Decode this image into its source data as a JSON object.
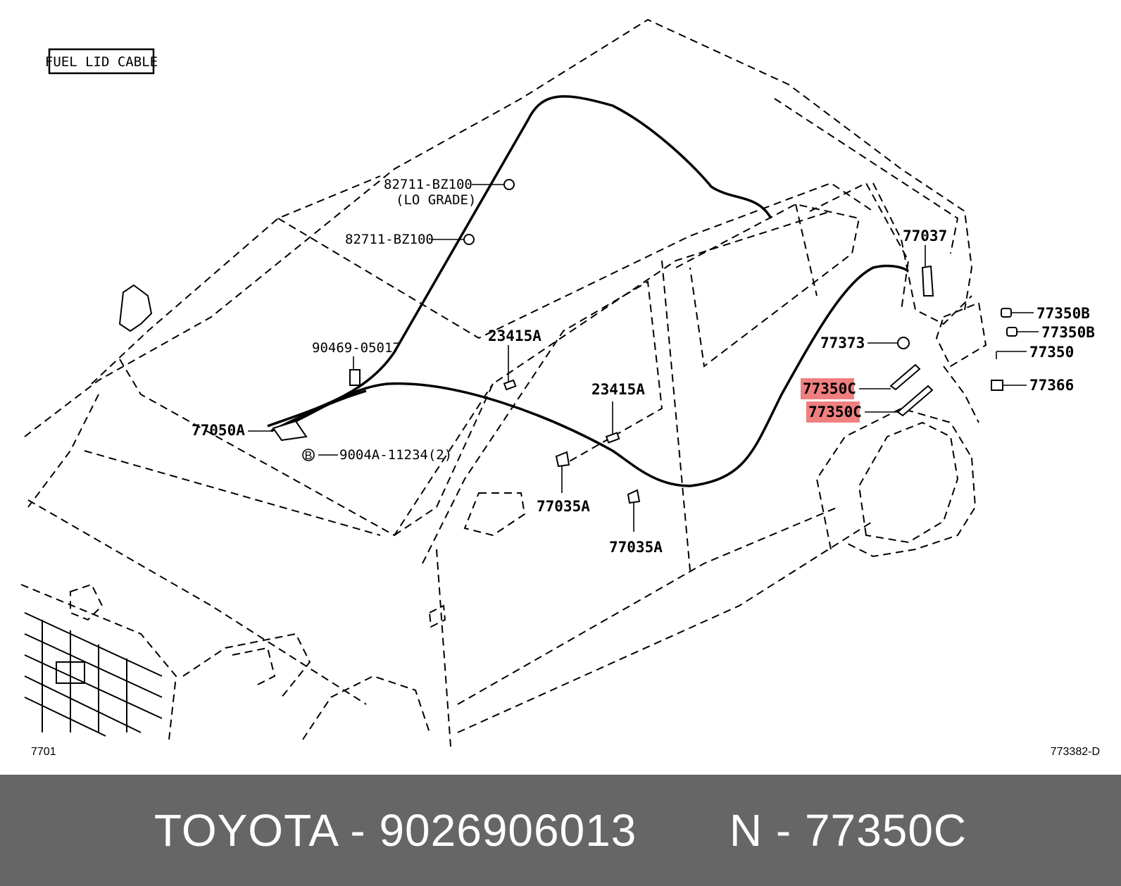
{
  "diagram": {
    "title_box": "FUEL LID CABLE",
    "labels": {
      "p82711_lo": "82711-BZ100",
      "lo_grade": "(LO GRADE)",
      "p82711": "82711-BZ100",
      "p90469": "90469-05017",
      "p23415a_1": "23415A",
      "p23415a_2": "23415A",
      "p77050a": "77050A",
      "p9004a": "9004A-11234(2)",
      "p77035a_1": "77035A",
      "p77035a_2": "77035A",
      "p77037": "77037",
      "p77373": "77373",
      "p77350c_1": "77350C",
      "p77350c_2": "77350C",
      "p77350b_1": "77350B",
      "p77350b_2": "77350B",
      "p77350": "77350",
      "p77366": "77366",
      "bolt_marker": "B"
    },
    "corner_left": "7701",
    "corner_right": "773382-D",
    "highlight_color": "#f08080"
  },
  "footer": {
    "text": "TOYOTA - 9026906013       N - 77350C",
    "background": "#666666",
    "text_color": "#ffffff"
  }
}
